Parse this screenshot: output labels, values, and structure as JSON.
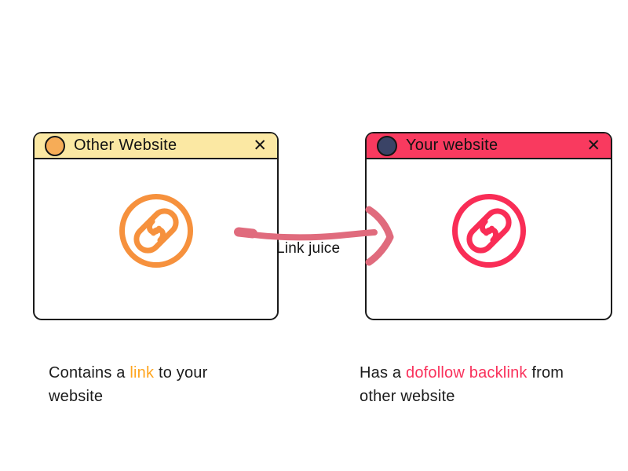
{
  "left_window": {
    "title": "Other Website",
    "close_icon": "✕",
    "titlebar_color": "#FBE8A3",
    "dot_color": "#F6AC57",
    "icon": "chain-link",
    "icon_color": "#F6913D",
    "caption": {
      "prefix": "Contains a ",
      "highlight": "link",
      "suffix": " to your website",
      "highlight_color": "#FFA51E"
    }
  },
  "right_window": {
    "title": "Your website",
    "close_icon": "✕",
    "titlebar_color": "#F93A5F",
    "dot_color": "#3A4366",
    "icon": "chain-link",
    "icon_color": "#F92D56",
    "caption": {
      "prefix": "Has a ",
      "highlight": "dofollow backlink",
      "suffix": " from other website",
      "highlight_color": "#F9315B"
    }
  },
  "arrow": {
    "label": "Link juice",
    "color": "#E06B7D"
  }
}
